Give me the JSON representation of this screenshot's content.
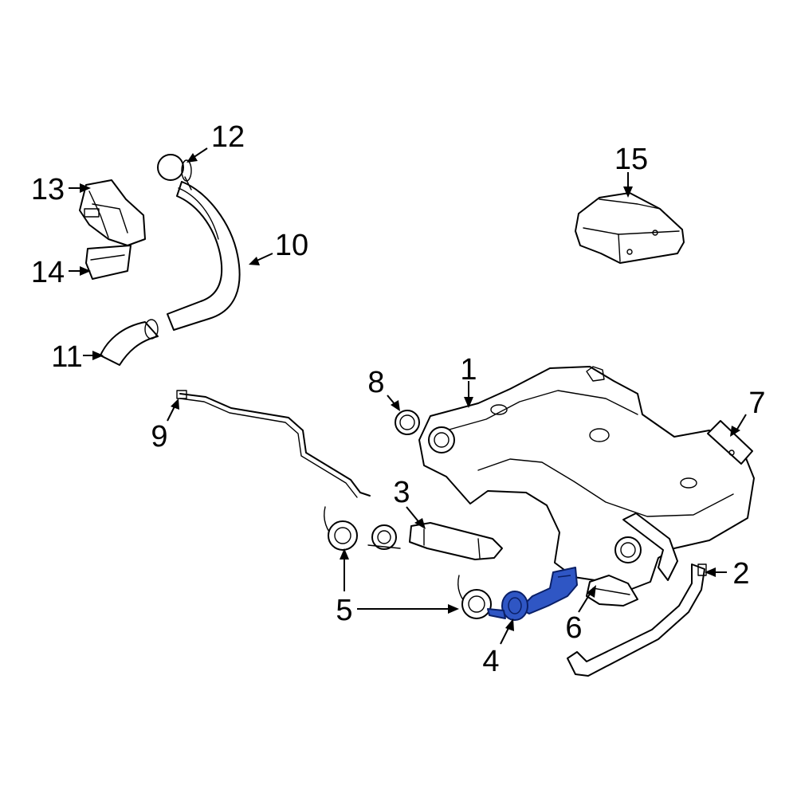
{
  "callouts": {
    "c1": "1",
    "c2": "2",
    "c3": "3",
    "c4": "4",
    "c5": "5",
    "c6": "6",
    "c7": "7",
    "c8": "8",
    "c9": "9",
    "c10": "10",
    "c11": "11",
    "c12": "12",
    "c13": "13",
    "c14": "14",
    "c15": "15"
  },
  "colors": {
    "background": "#ffffff",
    "line_art": "#000000",
    "highlighted_part": "#2f56c4"
  },
  "highlighted_callout": "4"
}
